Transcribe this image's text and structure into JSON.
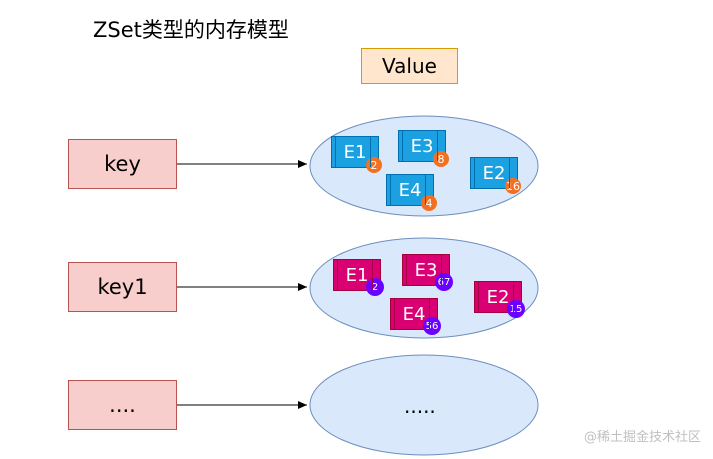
{
  "title": "ZSet类型的内存模型",
  "value_label": "Value",
  "keys": [
    {
      "label": "key"
    },
    {
      "label": "key1"
    },
    {
      "label": "...."
    }
  ],
  "values": [
    {
      "elements": [
        {
          "name": "E1",
          "score": "2"
        },
        {
          "name": "E3",
          "score": "8"
        },
        {
          "name": "E4",
          "score": "4"
        },
        {
          "name": "E2",
          "score": "16"
        }
      ]
    },
    {
      "elements": [
        {
          "name": "E1",
          "score": "2"
        },
        {
          "name": "E3",
          "score": "67"
        },
        {
          "name": "E2",
          "score": "15"
        },
        {
          "name": "E4",
          "score": "56"
        }
      ]
    },
    {
      "text": "....."
    }
  ],
  "colors": {
    "key_fill": "#f8cecc",
    "ellipse_fill": "#dae8fc",
    "value_fill": "#ffe6cc",
    "element_blue": "#1ba1e2",
    "element_pink": "#d80073",
    "badge_orange": "#f37021",
    "badge_purple": "#6a00ff"
  },
  "watermark": "@稀土掘金技术社区"
}
